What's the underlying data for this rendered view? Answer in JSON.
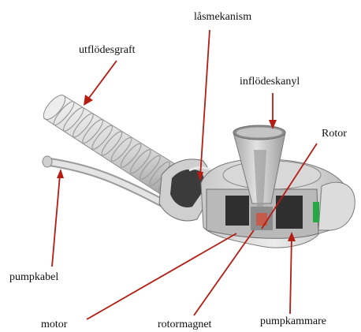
{
  "labels": {
    "outflow_graft": "utflödesgraft",
    "lock_mechanism": "låsmekanism",
    "inflow_cannula": "inflödeskanyl",
    "rotor": "Rotor",
    "pump_cable": "pumpkabel",
    "motor": "motor",
    "rotor_magnet": "rotormagnet",
    "pump_chamber": "pumpkammare"
  },
  "colors": {
    "arrow": "#b51c12",
    "device_light": "#e6e6e6",
    "device_mid": "#bdbdbd",
    "device_dark": "#5a5a5a",
    "motor_block": "#2f2f2f",
    "green_part": "#26a845",
    "magnet_red": "#c45b4b"
  }
}
